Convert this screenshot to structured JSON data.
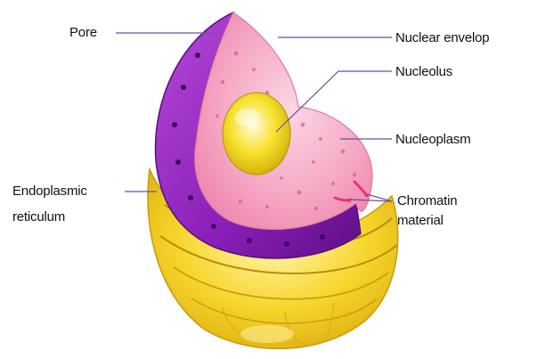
{
  "labels": {
    "pore": "Pore",
    "nuclear_envelop": "Nuclear envelop",
    "nucleolus": "Nucleolus",
    "nucleoplasm": "Nucleoplasm",
    "endoplasmic_reticulum_line1": "Endoplasmic",
    "endoplasmic_reticulum_line2": "reticulum",
    "chromatin_material_line1": "Chromatin",
    "chromatin_material_line2": "material"
  },
  "colors": {
    "envelope_purple": "#8a1fb8",
    "nucleoplasm_pink": "#f6a9c6",
    "nucleolus_yellow": "#f7e22e",
    "er_yellow": "#f2c81a",
    "chromatin_red": "#e5337a",
    "leader_line": "#6a4fa0"
  }
}
